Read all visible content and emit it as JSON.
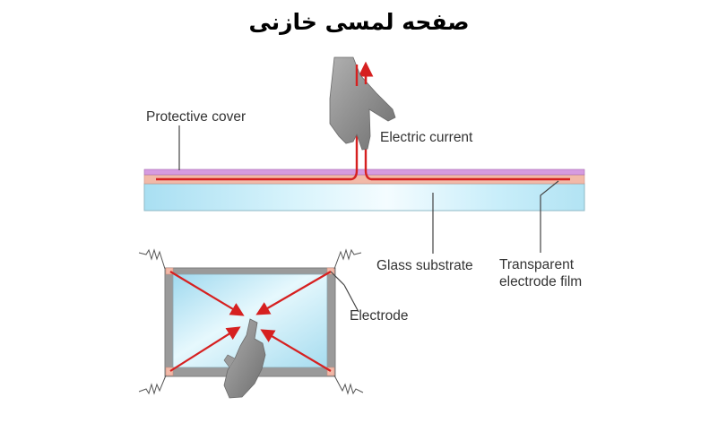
{
  "title": "صفحه لمسی خازنی",
  "labels": {
    "protective_cover": "Protective cover",
    "electric_current": "Electric current",
    "glass_substrate": "Glass substrate",
    "transparent_electrode_line1": "Transparent",
    "transparent_electrode_line2": "electrode film",
    "electrode": "Electrode"
  },
  "colors": {
    "protective_cover": "#d69be0",
    "electrode_film": "#f2b9a8",
    "glass": "#bfe9f6",
    "current": "#d62020",
    "frame": "#9a9a9a",
    "hand": "#8a8a8a",
    "leader_line": "#444444"
  },
  "icons": {
    "hand_top": "pointing-hand-icon",
    "hand_bottom": "pointing-hand-icon"
  }
}
